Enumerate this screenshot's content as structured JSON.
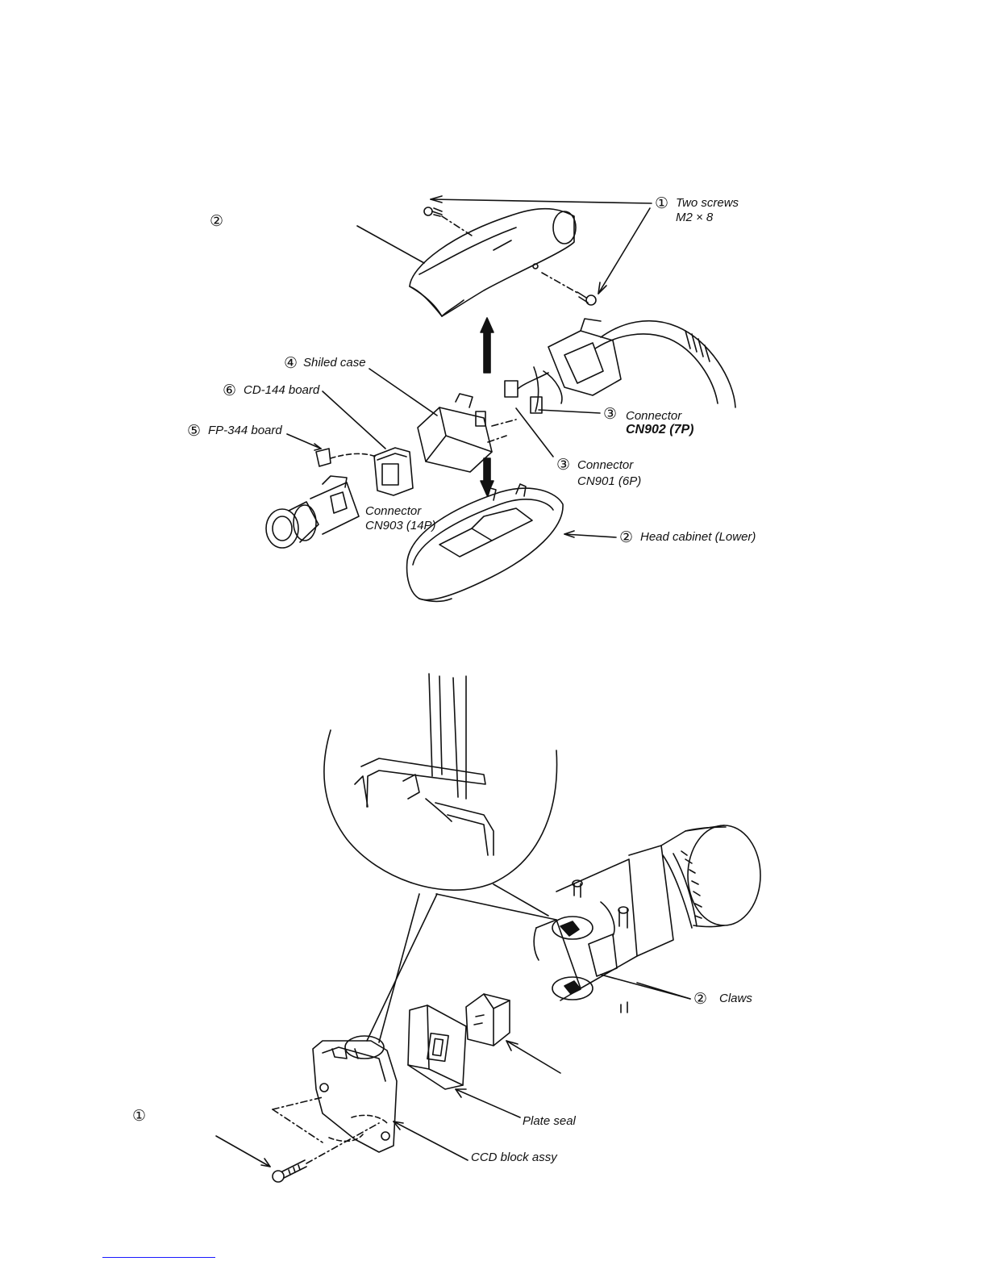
{
  "figure1": {
    "item1_num": "①",
    "item1_text": "Two screws",
    "item1_spec": "M2 × 8",
    "item2_num_left": "②",
    "item4_num": "④",
    "item4_text": "Shiled case",
    "item6_num": "⑥",
    "item6_text": "CD-144 board",
    "item5_num": "⑤",
    "item5_text": "FP-344 board",
    "item3a_num": "③",
    "item3a_text": "Connector",
    "item3a_code": "CN902 (7P)",
    "item3b_num": "③",
    "item3b_text": "Connector",
    "item3b_code": "CN901 (6P)",
    "cn903_text": "Connector",
    "cn903_code": "CN903 (14P)",
    "item2_num": "②",
    "item2_text": "Head cabinet (Lower)"
  },
  "figure2": {
    "claws_num": "②",
    "claws_text": "Claws",
    "plate_seal": "Plate seal",
    "ccd_block": "CCD block assy",
    "screw_num": "①"
  }
}
